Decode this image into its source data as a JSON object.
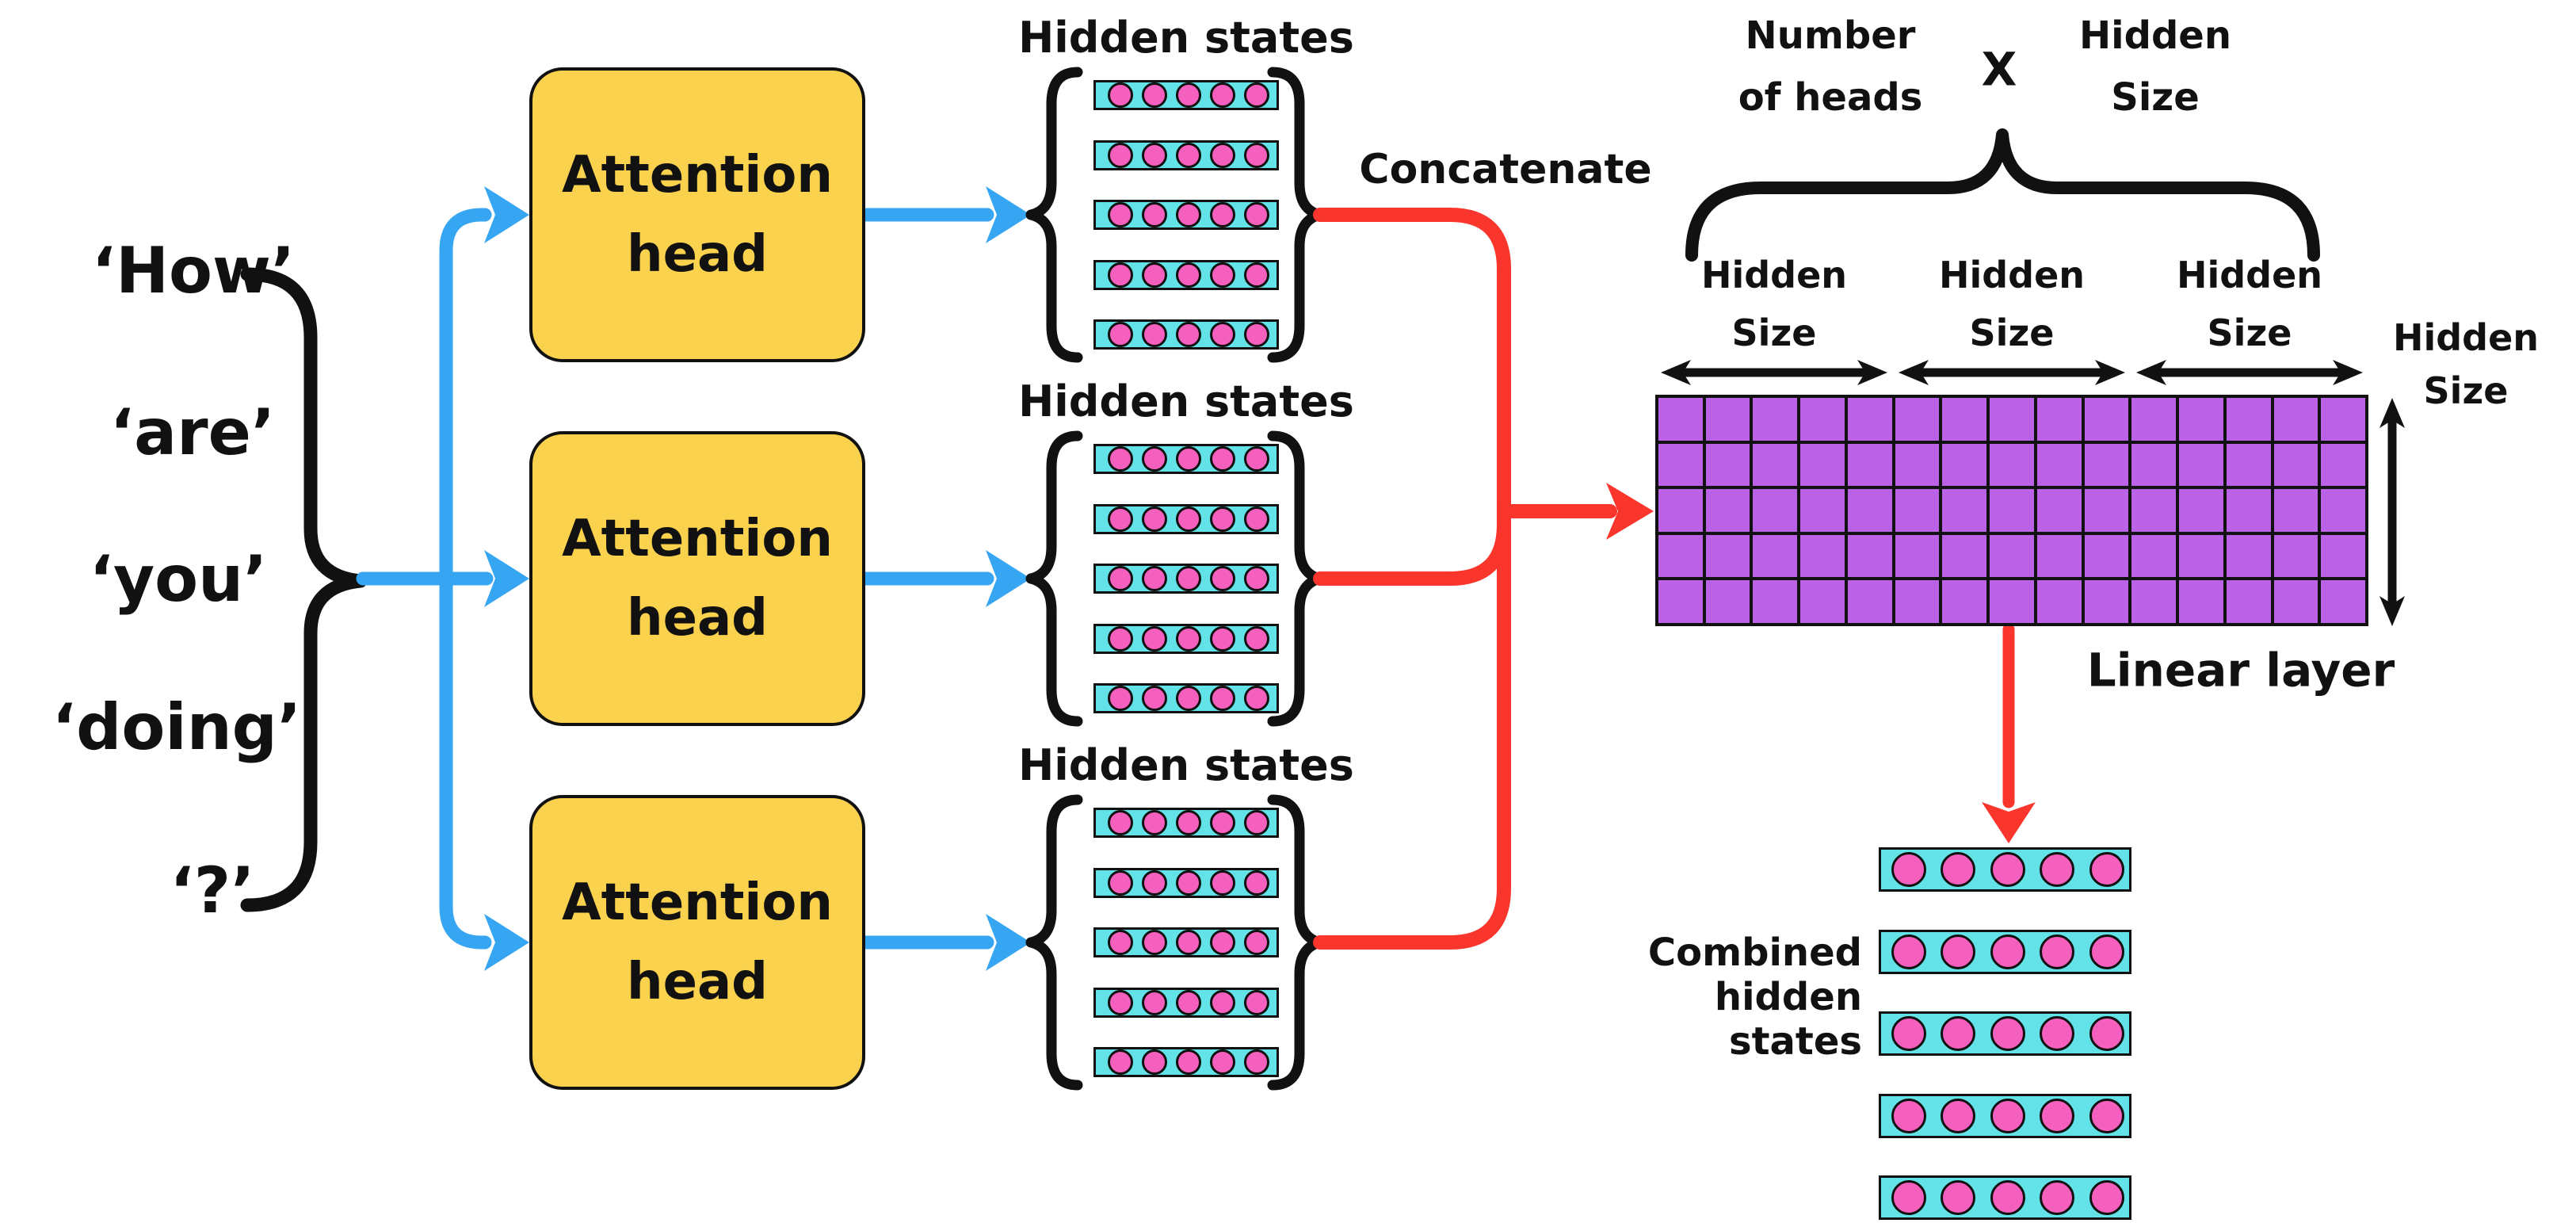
{
  "sentence": {
    "words": [
      "‘How’",
      "‘are’",
      "‘you’",
      "‘doing’",
      "‘?’"
    ]
  },
  "attention_heads": {
    "count": 3,
    "label": "Attention\nhead"
  },
  "hidden_states": {
    "label": "Hidden states",
    "stack_count": 3,
    "rows_per_stack": 5,
    "units_per_row": 5
  },
  "concatenate": {
    "label": "Concatenate"
  },
  "dimension_expression": {
    "left": "Number\nof heads",
    "operator": "X",
    "right": "Hidden\nSize"
  },
  "matrix": {
    "rows": 5,
    "cols": 15,
    "sections": 3,
    "section_width_label": "Hidden\nSize",
    "height_label": "Hidden\nSize"
  },
  "linear_layer": {
    "label": "Linear layer"
  },
  "combined": {
    "label": "Combined\nhidden\nstates",
    "rows": 5,
    "units_per_row": 5
  },
  "colors": {
    "yellow": "#FBD24D",
    "cyan": "#63E2E7",
    "pink": "#F560BE",
    "purple": "#BC62E6",
    "blue": "#36A5F2",
    "red": "#FA352C",
    "ink": "#111111"
  }
}
